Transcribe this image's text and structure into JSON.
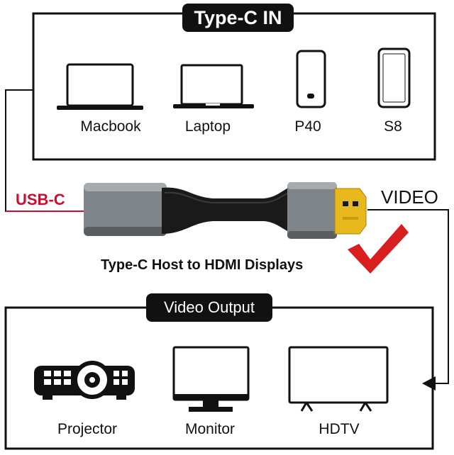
{
  "top_section": {
    "title": "Type-C IN",
    "devices": [
      {
        "label": "Macbook",
        "icon": "macbook-icon"
      },
      {
        "label": "Laptop",
        "icon": "laptop-icon"
      },
      {
        "label": "P40",
        "icon": "phone-icon"
      },
      {
        "label": "S8",
        "icon": "smartphone-icon"
      }
    ]
  },
  "adapter": {
    "input_label": "USB-C",
    "output_label": "VIDEO",
    "caption": "Type-C Host to HDMI Displays"
  },
  "bottom_section": {
    "title": "Video Output",
    "devices": [
      {
        "label": "Projector",
        "icon": "projector-icon"
      },
      {
        "label": "Monitor",
        "icon": "monitor-icon"
      },
      {
        "label": "HDTV",
        "icon": "tv-icon"
      }
    ]
  },
  "colors": {
    "usb_c": "#c8102e",
    "check": "#d81e1e",
    "ink": "#111111",
    "adapter_body": "#7f8488",
    "hdmi_gold": "#e8b81c"
  }
}
